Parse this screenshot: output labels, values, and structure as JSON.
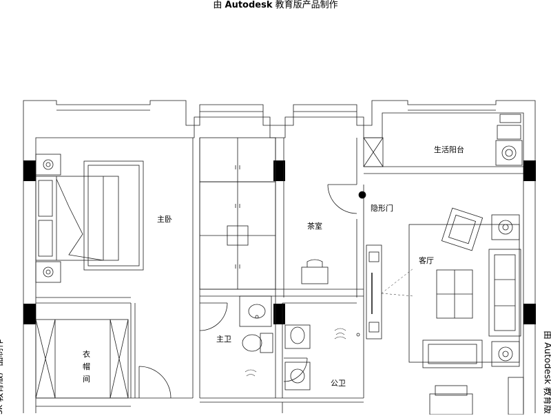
{
  "watermark": {
    "prefix": "由",
    "brand": "Autodesk",
    "suffix": "教育版产品制作",
    "left_fragment": "sk 教育版产品制作",
    "right_fragment": "由 Autodesk 教育版"
  },
  "rooms": {
    "master_bedroom": "主卧",
    "tea_room": "茶室",
    "hidden_door": "隐形门",
    "living_room": "客厅",
    "service_balcony": "生活阳台",
    "cloakroom_1": "衣",
    "cloakroom_2": "帽",
    "cloakroom_3": "间",
    "master_bath": "主卫",
    "public_bath": "公卫"
  },
  "colors": {
    "line": "#1a1a1a",
    "column": "#000000",
    "background": "#ffffff"
  }
}
